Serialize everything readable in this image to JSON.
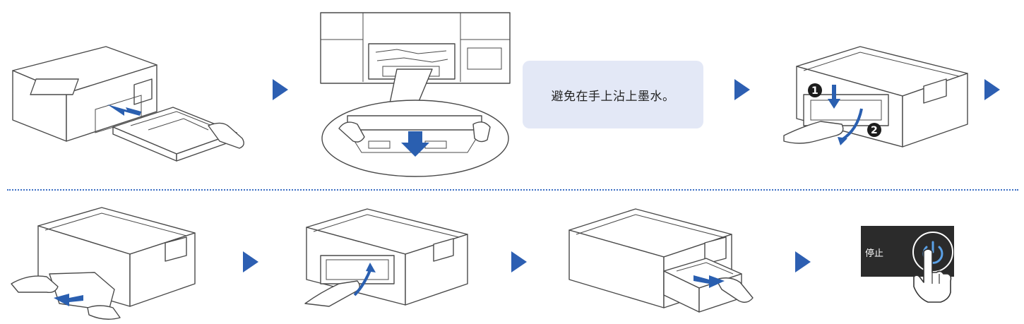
{
  "note": {
    "text": "避免在手上沾上墨水。"
  },
  "stop_panel": {
    "label": "停止",
    "button_icon": "power-icon",
    "hand_icon": "pointing-hand-icon"
  },
  "badges": {
    "first": "1",
    "second": "2"
  },
  "colors": {
    "accent_arrow": "#2d5fb2",
    "note_bg": "#e3e8f6",
    "divider": "#3c6fc4",
    "panel_bg": "#2b2b2b"
  }
}
